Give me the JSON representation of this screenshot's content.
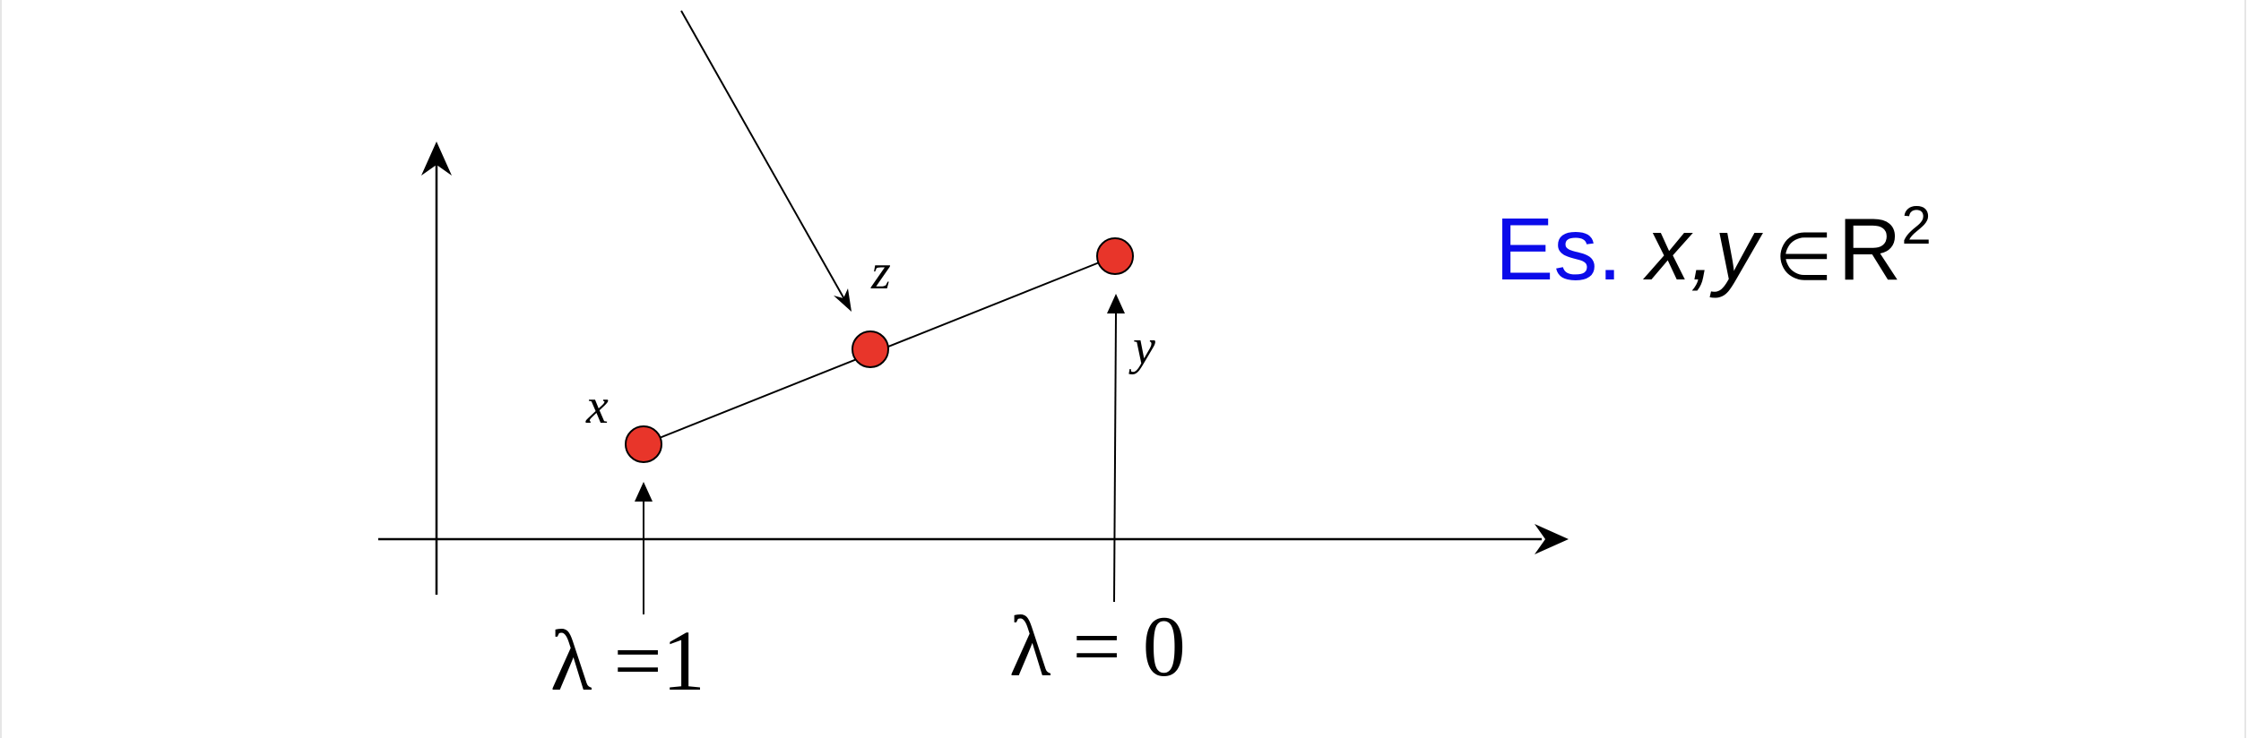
{
  "diagram": {
    "points": [
      {
        "id": "x",
        "label": "x"
      },
      {
        "id": "z",
        "label": "z"
      },
      {
        "id": "y",
        "label": "y"
      }
    ],
    "lambda_labels": {
      "left": "λ =1",
      "right": "λ = 0"
    },
    "point_color": "#e8352a"
  },
  "example": {
    "prefix": "Es.",
    "vars": "x,y",
    "element_of": "∈",
    "set": "R",
    "exponent": "2",
    "prefix_color": "#0b0bea"
  }
}
